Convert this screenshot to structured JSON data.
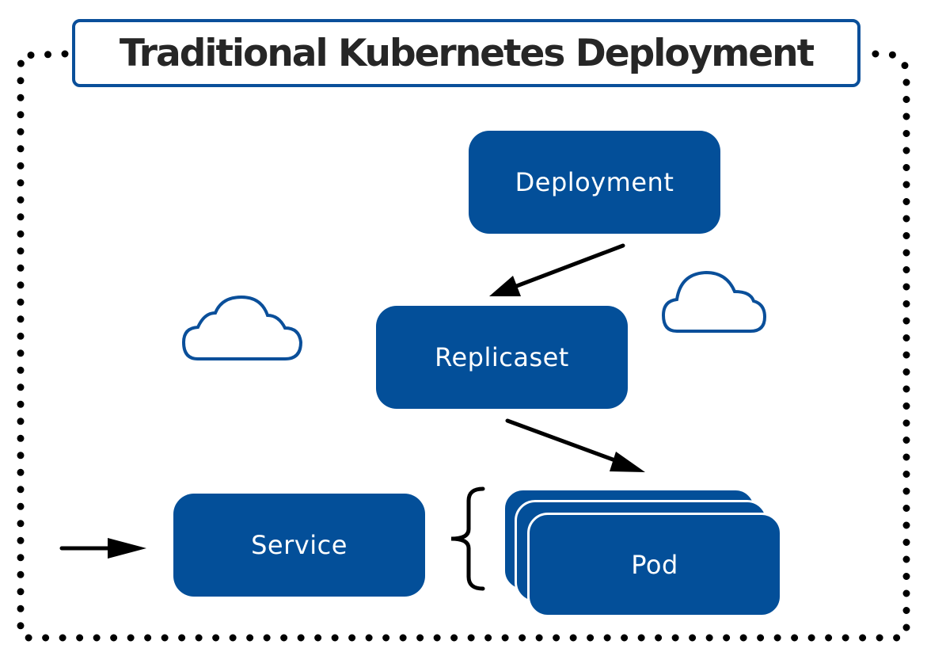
{
  "diagram": {
    "title": "Traditional Kubernetes Deployment",
    "nodes": {
      "deployment": "Deployment",
      "replicaset": "Replicaset",
      "service": "Service",
      "pod": "Pod"
    },
    "edges": [
      {
        "from": "Deployment",
        "to": "Replicaset"
      },
      {
        "from": "Replicaset",
        "to": "Pod"
      },
      {
        "from": "external",
        "to": "Service"
      }
    ],
    "colors": {
      "node_fill": "#034f99",
      "title_border": "#0a4f9a",
      "title_text": "#262626",
      "boundary_dots": "#000000"
    }
  }
}
